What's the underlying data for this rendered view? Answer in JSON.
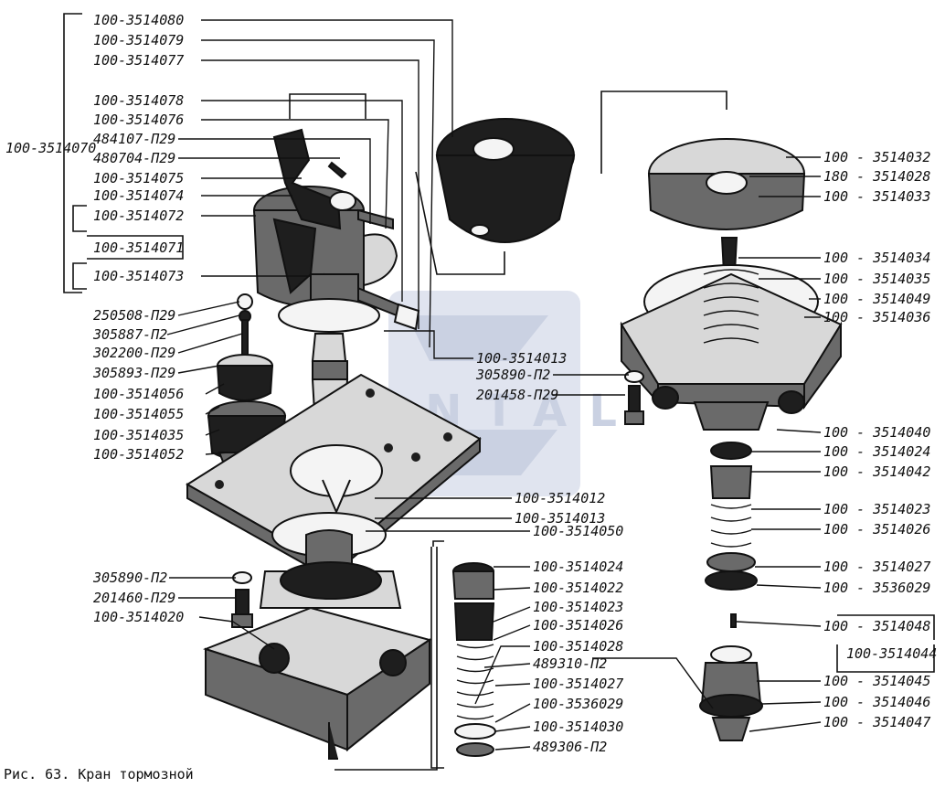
{
  "diagram": {
    "caption": "Рис. 63. Кран тормозной",
    "watermark": "SANTAL",
    "colors": {
      "ink": "#111111",
      "paper": "#ffffff",
      "watermark": "#bcc5dd"
    },
    "left_group_label": "100-3514070",
    "labels": [
      "100-3514080",
      "100-3514079",
      "100-3514077",
      "100-3514078",
      "100-3514076",
      "484107-П29",
      "480704-П29",
      "100-3514075",
      "100-3514074",
      "100-3514072",
      "100-3514071",
      "100-3514073",
      "250508-П29",
      "305887-П2",
      "302200-П29",
      "305893-П29",
      "100-3514056",
      "100-3514055",
      "100-3514035",
      "100-3514052",
      "305890-П2",
      "201460-П29",
      "100-3514020",
      "100-3514013",
      "305890-П2",
      "201458-П29",
      "100-3514012",
      "100-3514013",
      "100-3514050",
      "100-3514024",
      "100-3514022",
      "100-3514023",
      "100-3514026",
      "100-3514028",
      "489310-П2",
      "100-3514027",
      "100-3536029",
      "100-3514030",
      "489306-П2",
      "100 - 3514032",
      "180 - 3514028",
      "100 - 3514033",
      "100 - 3514034",
      "100 - 3514035",
      "100 - 3514049",
      "100 - 3514036",
      "100 - 3514040",
      "100 - 3514024",
      "100 - 3514042",
      "100 - 3514023",
      "100 - 3514026",
      "100 - 3514027",
      "100 - 3536029",
      "100 - 3514048",
      "100-3514044",
      "100 - 3514045",
      "100 - 3514046",
      "100 - 3514047"
    ]
  }
}
